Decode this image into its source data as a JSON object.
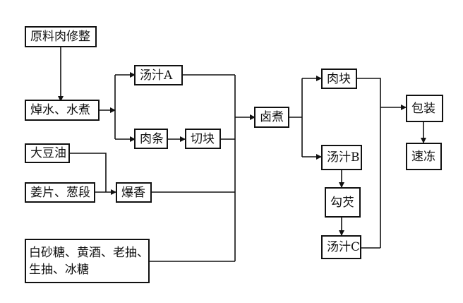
{
  "nodes": {
    "trim": "原料肉修整",
    "blanch": "焯水、水煮",
    "soybean_oil": "大豆油",
    "ginger_scallion": "姜片、葱段",
    "seasoning_line1": "白砂糖、黄酒、老抽、",
    "seasoning_line2": "生抽、冰糖",
    "broth_a": "汤汁A",
    "meat_strips": "肉条",
    "cut_blocks": "切块",
    "saute": "爆香",
    "braise": "卤煮",
    "meat_block": "肉块",
    "broth_b": "汤汁B",
    "thicken": "勾芡",
    "broth_c": "汤汁C",
    "package": "包装",
    "quick_freeze": "速冻"
  },
  "colors": {
    "line": "#111111",
    "background": "#ffffff"
  }
}
